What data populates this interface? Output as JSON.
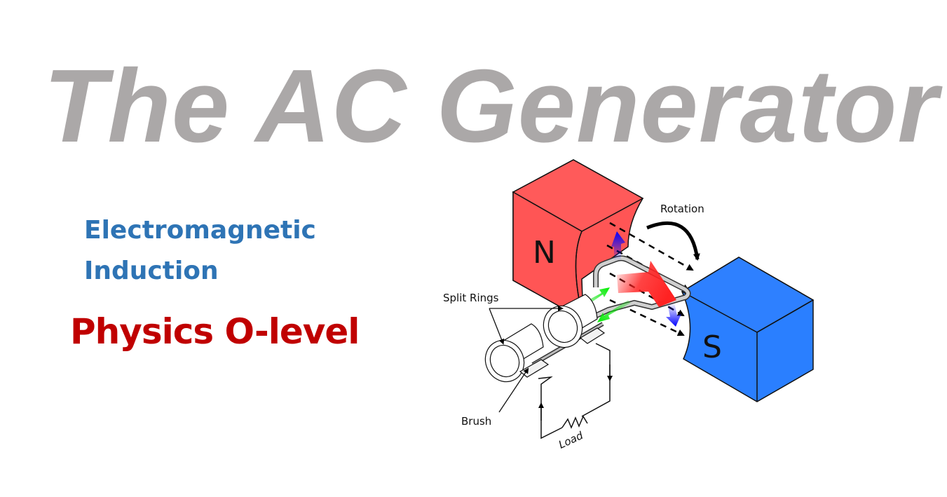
{
  "title": "The AC Generator",
  "subtitle_line1": "Electromagnetic",
  "subtitle_line2": "Induction",
  "level": "Physics O-level",
  "colors": {
    "title": "#aba8a8",
    "subtitle": "#2e74b5",
    "level": "#c00000",
    "north_magnet": "#ff5555",
    "south_magnet": "#2a7fff",
    "force_arrow": "#0000ff",
    "current_arrow": "#00dd00",
    "motion_arrow": "#ff2222"
  },
  "diagram": {
    "north_label": "N",
    "south_label": "S",
    "rotation_label": "Rotation",
    "split_rings_label": "Split Rings",
    "brush_label": "Brush",
    "load_label": "Load"
  }
}
